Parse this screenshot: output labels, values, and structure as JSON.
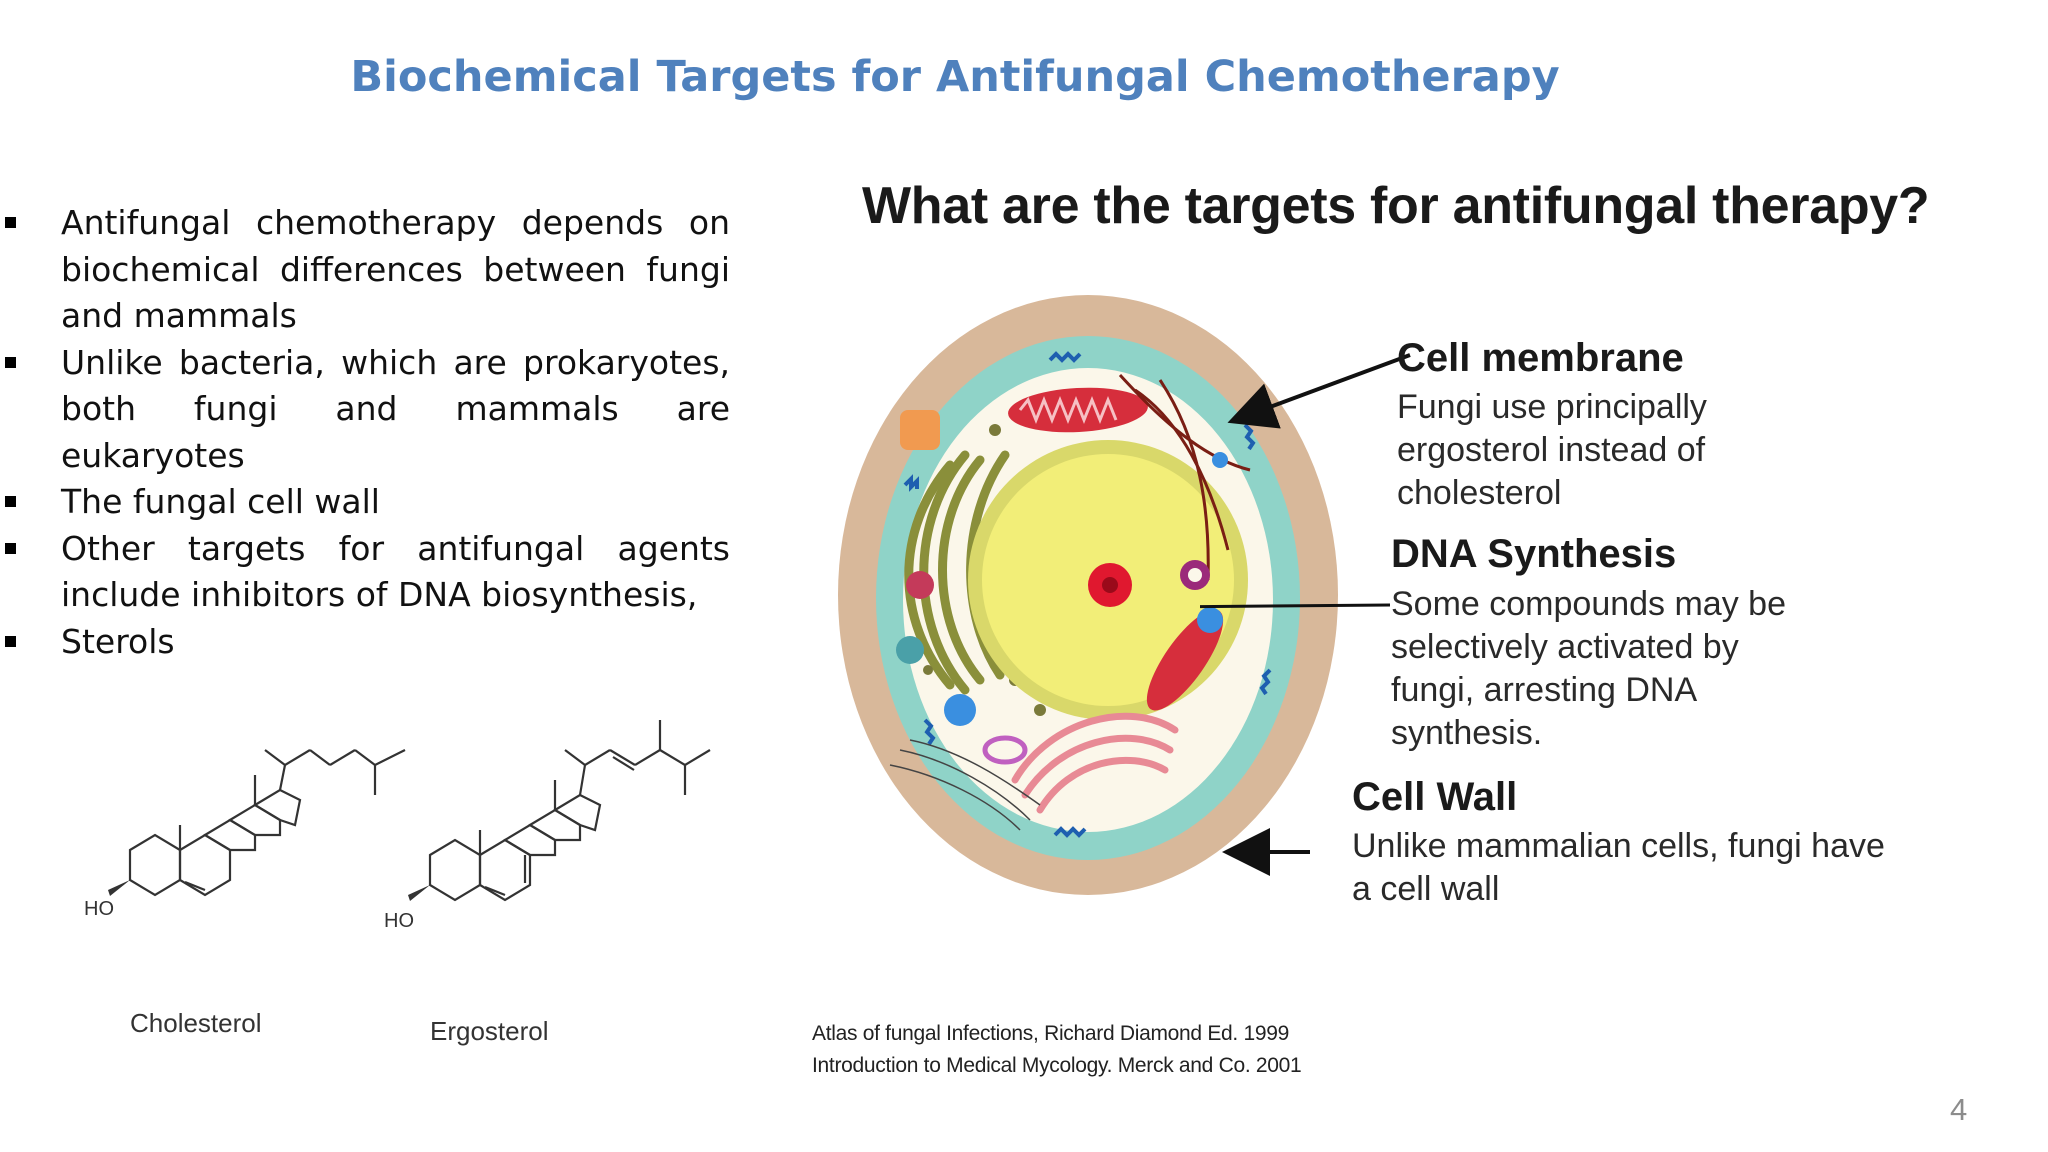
{
  "slide": {
    "title": "Biochemical Targets for Antifungal Chemotherapy",
    "page_number": "4"
  },
  "bullets": [
    "Antifungal chemotherapy depends on biochemical differences between fungi and mammals",
    "Unlike bacteria, which are prokaryotes, both fungi and mammals are eukaryotes",
    "The fungal cell wall",
    "Other targets for antifungal agents include inhibitors of DNA biosynthesis,",
    "Sterols"
  ],
  "molecules": {
    "cholesterol": {
      "name": "Cholesterol",
      "group": "HO"
    },
    "ergosterol": {
      "name": "Ergosterol",
      "group": "HO"
    }
  },
  "diagram": {
    "title": "What are the targets for antifungal therapy?",
    "labels": [
      {
        "heading": "Cell membrane",
        "description": "Fungi use principally ergosterol instead of cholesterol"
      },
      {
        "heading": "DNA Synthesis",
        "description": "Some compounds may be selectively activated by fungi, arresting DNA synthesis."
      },
      {
        "heading": "Cell Wall",
        "description": "Unlike mammalian cells, fungi have a cell wall"
      }
    ]
  },
  "citations": [
    "Atlas of fungal Infections, Richard Diamond Ed. 1999",
    "Introduction to Medical Mycology. Merck and Co. 2001"
  ],
  "colors": {
    "title_blue": "#4f81bd",
    "cell_wall": "#d8b89a",
    "membrane": "#8fd3c8",
    "cytoplasm": "#fbf7ea",
    "nucleus": "#f2ee78",
    "nucleolus": "#e0182f"
  }
}
